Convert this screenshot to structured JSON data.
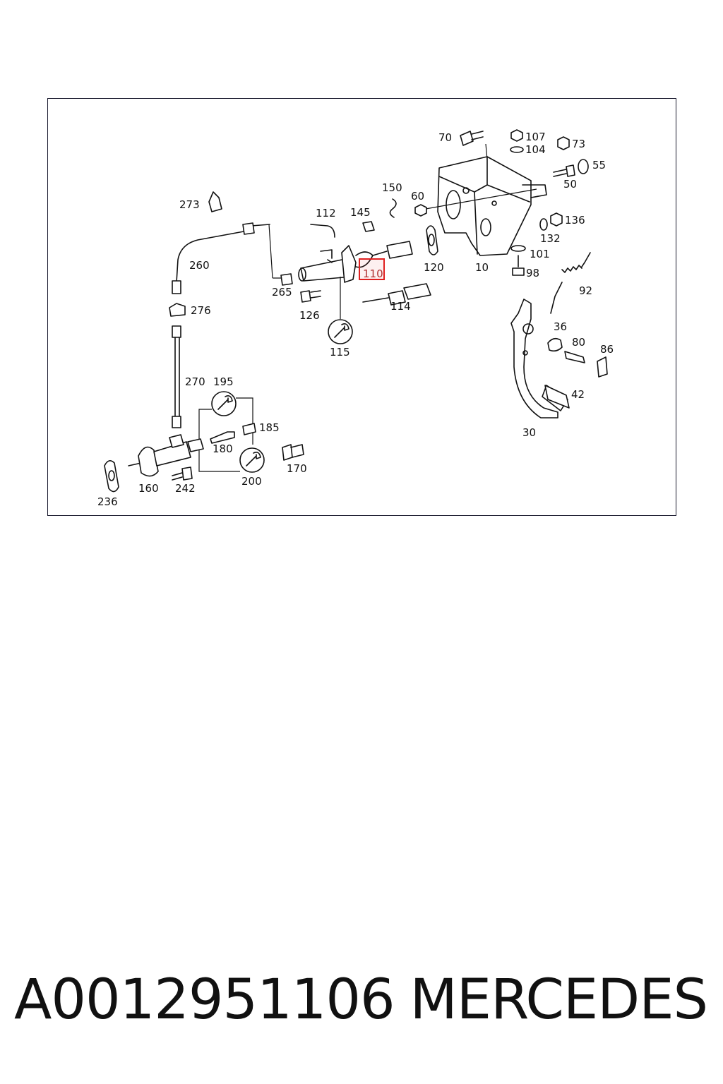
{
  "diagram": {
    "highlighted_label": "110",
    "labels": [
      "70",
      "107",
      "104",
      "73",
      "55",
      "50",
      "150",
      "60",
      "273",
      "112",
      "145",
      "136",
      "132",
      "101",
      "98",
      "10",
      "120",
      "110",
      "260",
      "265",
      "126",
      "114",
      "92",
      "276",
      "115",
      "36",
      "80",
      "86",
      "195",
      "270",
      "185",
      "180",
      "42",
      "170",
      "160",
      "242",
      "200",
      "30",
      "236"
    ]
  },
  "caption": {
    "part_number": "A0012951106",
    "brand": "MERCEDES"
  }
}
